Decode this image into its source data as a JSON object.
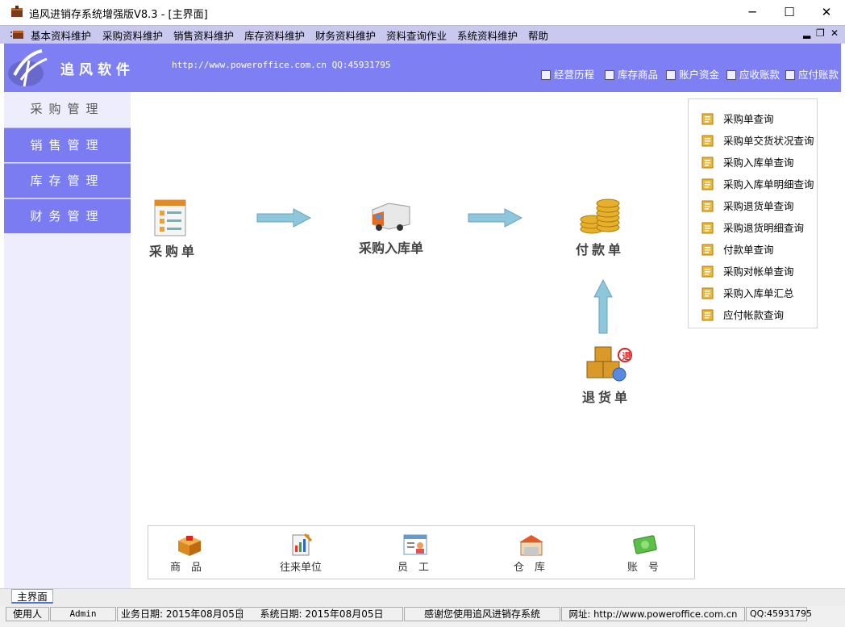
{
  "window": {
    "title": "追风进销存系统增强版V8.3 - [主界面]",
    "controls": {
      "minimize": "─",
      "maximize": "☐",
      "close": "✕"
    }
  },
  "menu": {
    "items": [
      "基本资料维护",
      "采购资料维护",
      "销售资料维护",
      "库存资料维护",
      "财务资料维护",
      "资料查询作业",
      "系统资料维护",
      "帮助"
    ],
    "mdi_controls": {
      "minimize": "▂",
      "restore": "❐",
      "close": "✕"
    }
  },
  "banner": {
    "brand": "追风软件",
    "url_qq": "http://www.poweroffice.com.cn  QQ:45931795",
    "links": [
      "经营历程",
      "库存商品",
      "账户资金",
      "应收账款",
      "应付账款"
    ]
  },
  "nav": {
    "items": [
      "采购管理",
      "销售管理",
      "库存管理",
      "财务管理"
    ],
    "active": "采购管理"
  },
  "flow": {
    "nodes": [
      "采购单",
      "采购入库单",
      "付款单",
      "退货单"
    ],
    "return_badge": "退"
  },
  "query_panel": {
    "items": [
      "采购单查询",
      "采购单交货状况查询",
      "采购入库单查询",
      "采购入库单明细查询",
      "采购退货单查询",
      "采购退货明细查询",
      "付款单查询",
      "采购对帐单查询",
      "采购入库单汇总",
      "应付帐款查询"
    ]
  },
  "bottom_toolbar": {
    "items": [
      "商　品",
      "往来单位",
      "员　工",
      "仓　库",
      "账　号"
    ]
  },
  "tabs": [
    "主界面"
  ],
  "status": {
    "user_label": "使用人",
    "user": "Admin",
    "business_date": "业务日期: 2015年08月05日",
    "system_date": "系统日期: 2015年08月05日",
    "thanks": "感谢您使用追风进销存系统",
    "website": "网址: http://www.poweroffice.com.cn",
    "qq": "QQ:45931795"
  },
  "colors": {
    "nav": "#7c7cf2",
    "banner": "#7f7ff4",
    "menubar": "#c9c9f0",
    "arrow": "#8ec6dc"
  }
}
